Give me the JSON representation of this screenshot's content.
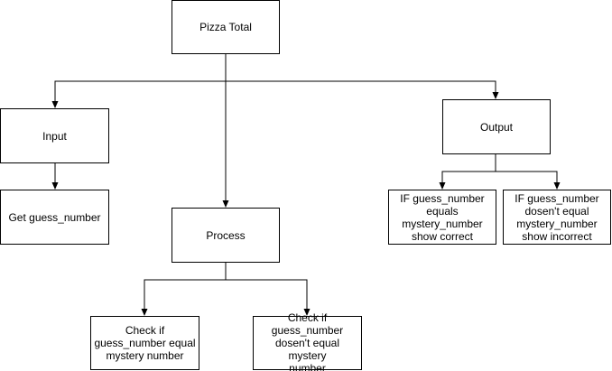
{
  "diagram": {
    "nodes": {
      "root": "Pizza Total",
      "input": "Input",
      "get": "Get guess_number",
      "process": "Process",
      "check_equal": "Check if\nguess_number equal\nmystery number",
      "check_not_equal": "Check if\nguess_number\ndosen't equal mystery\nnumber",
      "output": "Output",
      "if_correct": "IF guess_number\nequals\nmystery_number\nshow correct",
      "if_incorrect": "IF guess_number\ndosen't equal\nmystery_number\nshow incorrect"
    },
    "edges": [
      [
        "root",
        "input"
      ],
      [
        "root",
        "process"
      ],
      [
        "root",
        "output"
      ],
      [
        "input",
        "get"
      ],
      [
        "process",
        "check_equal"
      ],
      [
        "process",
        "check_not_equal"
      ],
      [
        "output",
        "if_correct"
      ],
      [
        "output",
        "if_incorrect"
      ]
    ],
    "line_color": "#000000",
    "box_border_color": "#000000",
    "box_fill_color": "#ffffff"
  }
}
